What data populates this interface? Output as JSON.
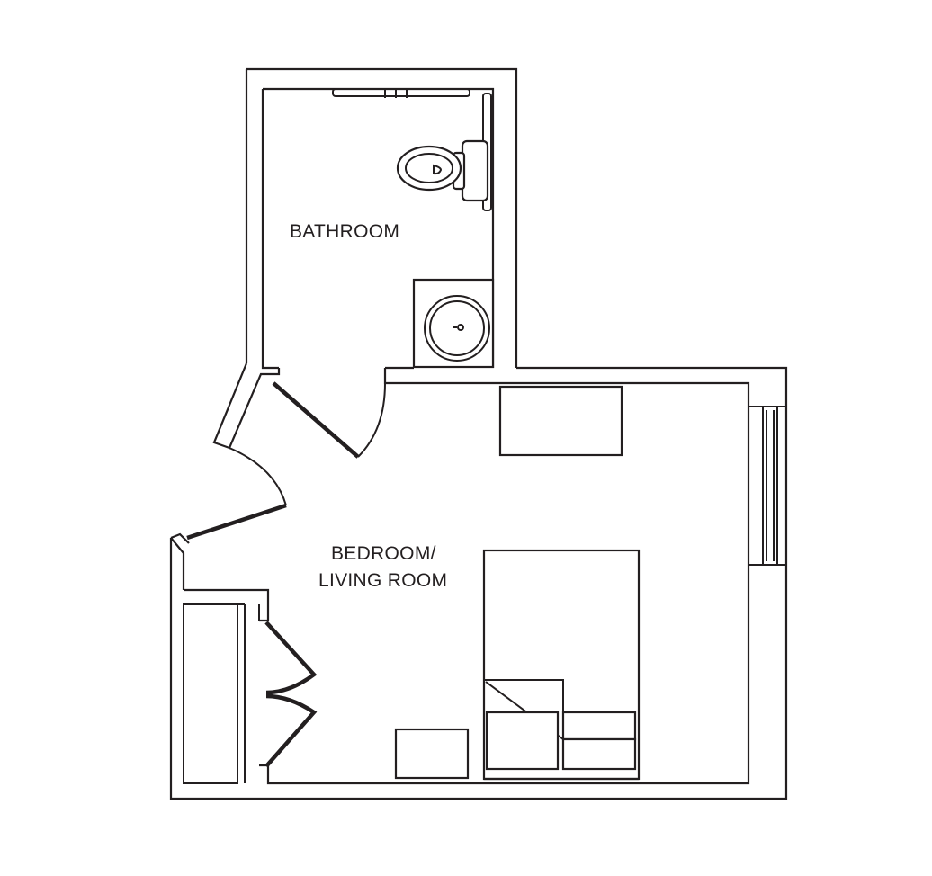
{
  "rooms": {
    "bathroom": {
      "label": "BATHROOM"
    },
    "bedroom": {
      "label_line1": "BEDROOM/",
      "label_line2": "LIVING ROOM"
    }
  },
  "colors": {
    "line": "#231f20",
    "background": "#ffffff"
  },
  "icons": [
    "toilet-icon",
    "sink-icon",
    "bed-icon",
    "grab-bar-icon",
    "window-icon",
    "closet-doors-icon"
  ]
}
